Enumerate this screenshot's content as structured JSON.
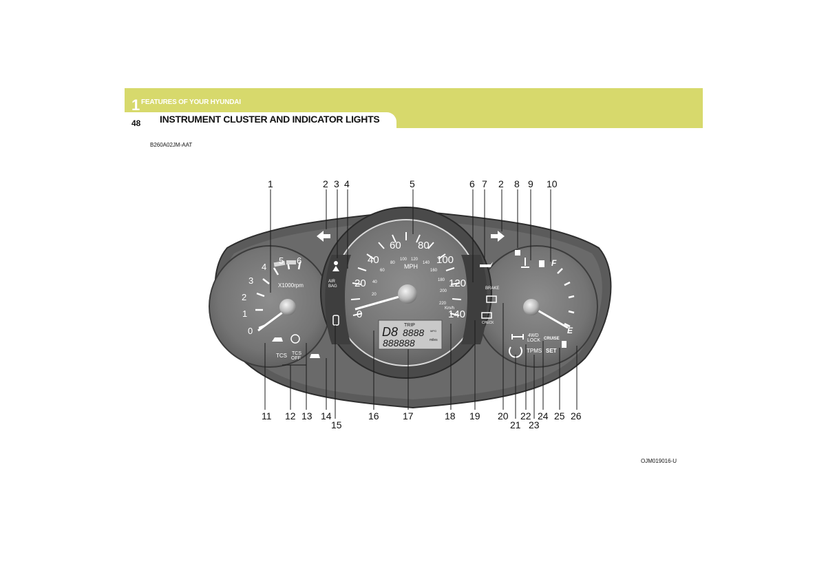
{
  "header": {
    "chapter_number": "1",
    "chapter_title": "FEATURES OF YOUR HYUNDAI",
    "page_number": "48",
    "section_title": "INSTRUMENT CLUSTER AND INDICATOR LIGHTS",
    "band_color": "#d7d96c"
  },
  "doc_code": "B260A02JM-AAT",
  "figure_code": "OJM019016-U",
  "tachometer": {
    "ticks": [
      "0",
      "1",
      "2",
      "3",
      "4",
      "5",
      "6"
    ],
    "unit": "X1000rpm"
  },
  "speedometer": {
    "mph_ticks": [
      "0",
      "20",
      "40",
      "60",
      "80",
      "100",
      "120",
      "140"
    ],
    "kmh_ticks": [
      "20",
      "40",
      "60",
      "80",
      "100",
      "120",
      "140",
      "160",
      "180",
      "200",
      "220"
    ],
    "mph_unit": "MPH",
    "kmh_unit": "Km/h"
  },
  "fuel_gauge": {
    "full": "F",
    "empty": "E"
  },
  "indicators": {
    "airbag": "AIR\nBAG",
    "airbag_line1": "AIR",
    "airbag_line2": "BAG",
    "brake": "BRAKE",
    "check": "CHECK",
    "four_wd_lock_1": "4WD",
    "four_wd_lock_2": "LOCK",
    "cruise": "CRUISE",
    "tpms": "TPMS",
    "set": "SET",
    "tcs": "TCS",
    "tcs_off_1": "TCS",
    "tcs_off_2": "OFF"
  },
  "lcd": {
    "gear": "D8",
    "trip": "TRIP",
    "upper_digits": "8888",
    "lower_digits": "888888",
    "mpg": "MPG",
    "miles": "miles"
  },
  "callouts_top": [
    "1",
    "2",
    "3",
    "4",
    "5",
    "6",
    "7",
    "2",
    "8",
    "9",
    "10"
  ],
  "callouts_bottom": [
    "11",
    "12",
    "13",
    "14",
    "15",
    "16",
    "17",
    "18",
    "19",
    "20",
    "21",
    "22",
    "23",
    "24",
    "25",
    "26"
  ]
}
